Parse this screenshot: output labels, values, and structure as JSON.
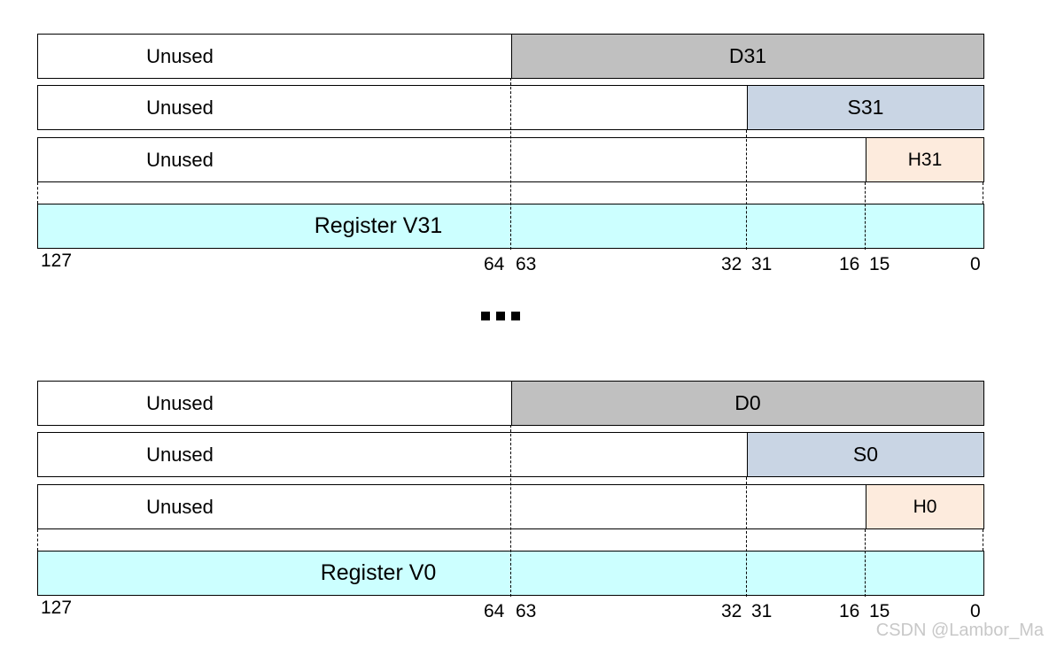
{
  "colors": {
    "d_register": "#c0c0c0",
    "s_register": "#c9d5e4",
    "h_register": "#fdebdd",
    "v_register": "#ccffff"
  },
  "groups": [
    {
      "rows": [
        {
          "unused": "Unused",
          "name": "D31"
        },
        {
          "unused": "Unused",
          "name": "S31"
        },
        {
          "unused": "Unused",
          "name": "H31"
        }
      ],
      "register": "Register V31"
    },
    {
      "rows": [
        {
          "unused": "Unused",
          "name": "D0"
        },
        {
          "unused": "Unused",
          "name": "S0"
        },
        {
          "unused": "Unused",
          "name": "H0"
        }
      ],
      "register": "Register V0"
    }
  ],
  "bit_labels": [
    "127",
    "64",
    "63",
    "32",
    "31",
    "16",
    "15",
    "0"
  ],
  "watermark": "CSDN @Lambor_Ma"
}
